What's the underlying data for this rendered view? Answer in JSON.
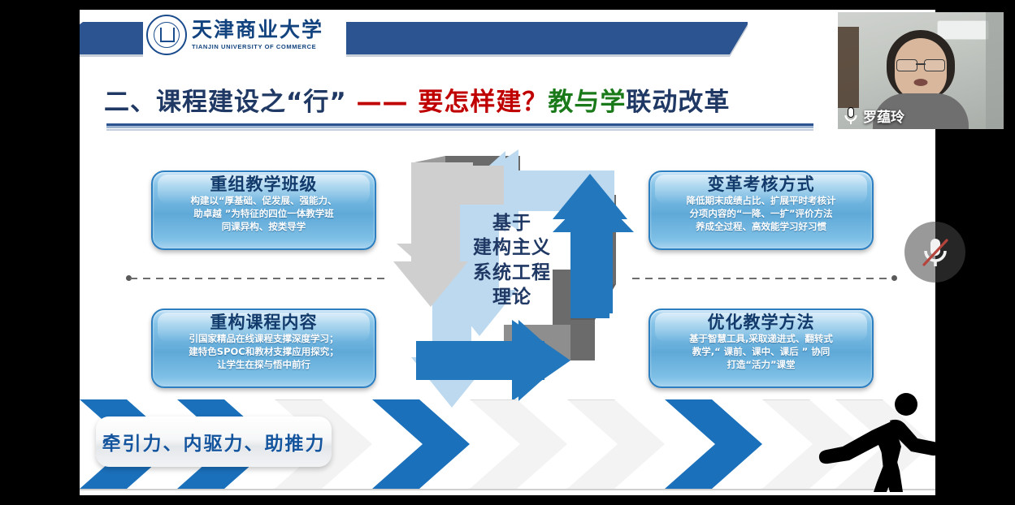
{
  "slide": {
    "logo": {
      "cn": "天津商业大学",
      "en": "TIANJIN UNIVERSITY OF COMMERCE",
      "seal_icon": "university-seal-icon"
    },
    "title": {
      "part1": "二、课程建设之",
      "part2": "“行”",
      "part3": " —— ",
      "part4": "要怎样建？",
      "part5": "教与学",
      "part6": "联动改革"
    },
    "center": {
      "line1": "基于",
      "line2": "建构主义",
      "line3": "系统工程",
      "line4": "理论"
    },
    "boxes": [
      {
        "id": "top-left",
        "title": "重组教学班级",
        "body": "构建以“厚基础、促发展、强能力、\n助卓越 ”为特征的四位一体教学班\n同课异构、按类导学"
      },
      {
        "id": "top-right",
        "title": "变革考核方式",
        "body": "降低期末成绩占比、扩展平时考核计\n分项内容的“一降、一扩”评价方法\n养成全过程、高效能学习好习惯"
      },
      {
        "id": "bottom-left",
        "title": "重构课程内容",
        "body": "引国家精品在线课程支撑深度学习；\n建特色SPOC和教材支撑应用探究；\n让学生在探与悟中前行"
      },
      {
        "id": "bottom-right",
        "title": "优化教学方法",
        "body": "基于智慧工具,采取递进式、翻转式\n教学,“ 课前、课中、课后 ” 协同\n打造“活力”课堂"
      }
    ],
    "banner": {
      "pill_label": "牵引力、内驱力、助推力",
      "runner_icon": "running-person-icon"
    }
  },
  "meeting": {
    "participant_name": "罗蕴玲",
    "mic_icon": "microphone-icon",
    "mute_button_icon": "microphone-muted-icon"
  },
  "colors": {
    "header_blue": "#2c5490",
    "title_navy": "#1f3864",
    "title_red": "#c00000",
    "title_green": "#1a7a1a",
    "box_border": "#2c7fc0",
    "chevron_blue": "#1b70bb",
    "arrow_light_blue": "#bcd9ef",
    "arrow_blue": "#2277bd",
    "arrow_gray": "#cfcfcf",
    "arrow_dark_gray": "#6b6b6b",
    "pill_text": "#15559e"
  }
}
